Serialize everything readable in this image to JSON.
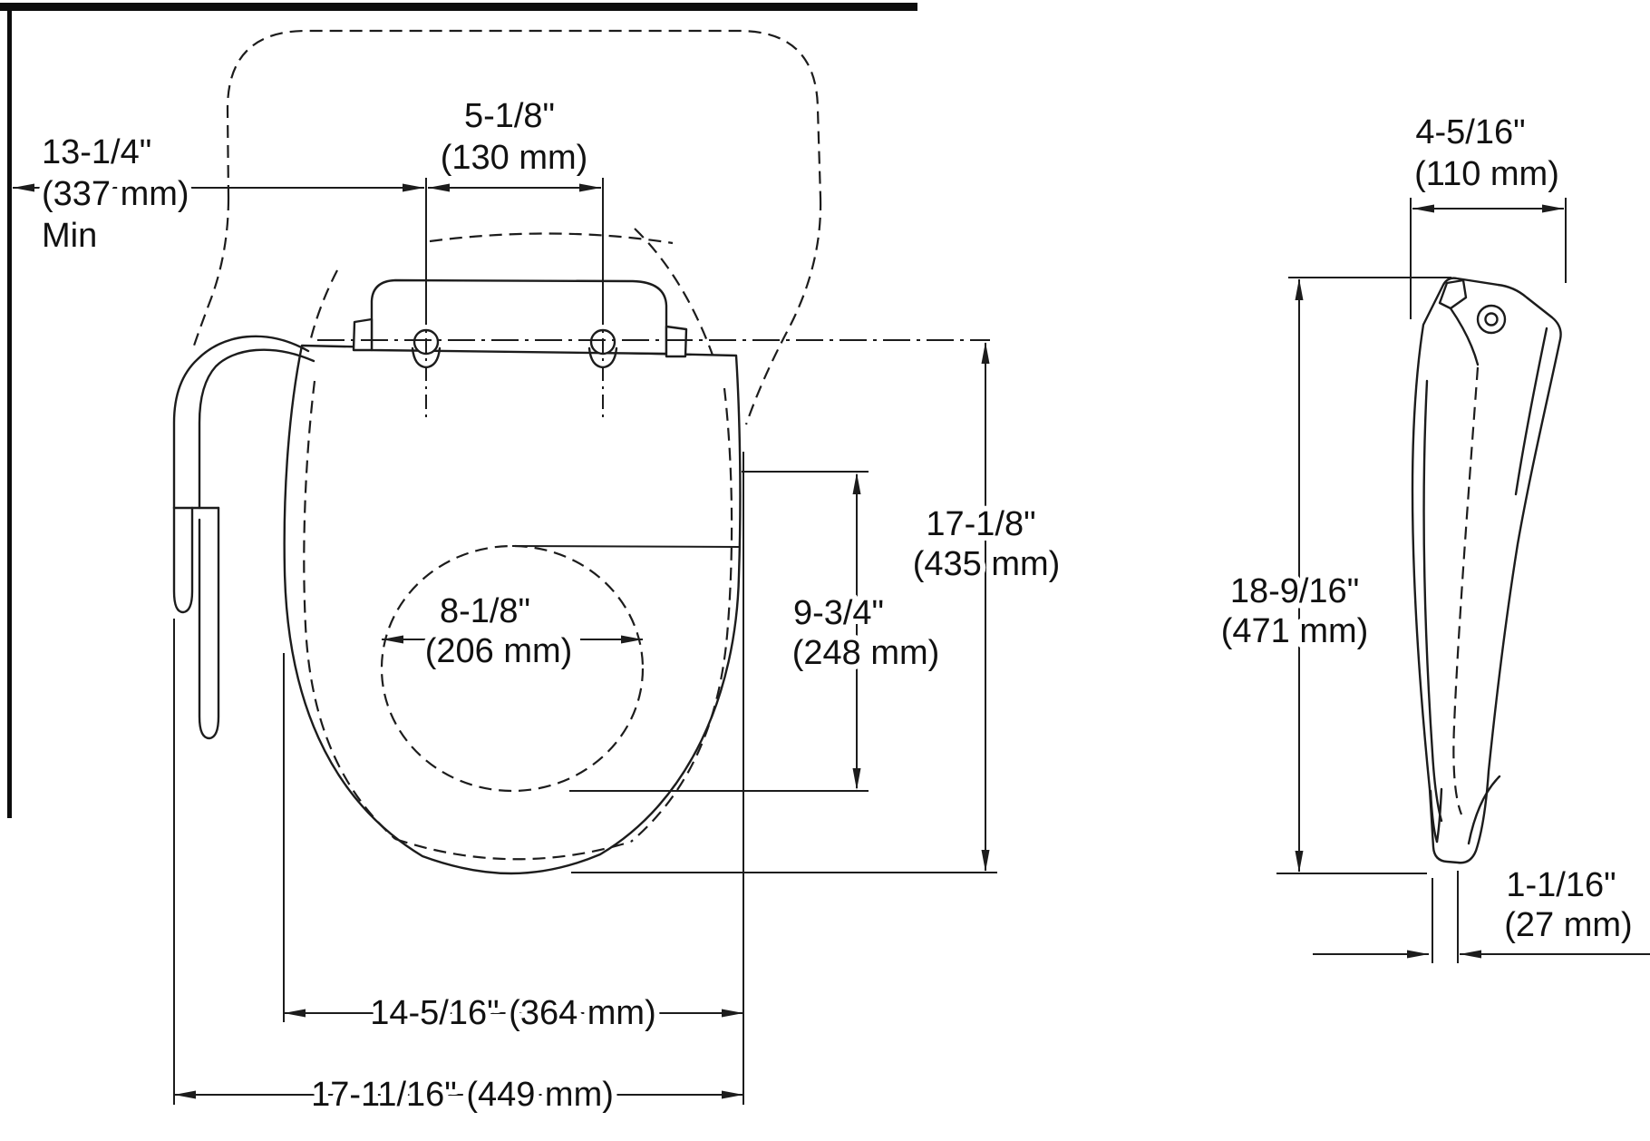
{
  "drawing": {
    "type": "technical-dimension-diagram",
    "background": "#ffffff",
    "line_color": "#1c1c1c",
    "views": [
      "seat top view with tank outline (dashed)",
      "seat side profile view"
    ],
    "labels": {
      "min_clearance_in": "13-1/4\"",
      "min_clearance_mm": "(337 mm)",
      "min_clearance_note": "Min",
      "hinge_spacing_in": "5-1/8\"",
      "hinge_spacing_mm": "(130 mm)",
      "opening_width_in": "8-1/8\"",
      "opening_width_mm": "(206 mm)",
      "opening_length_in": "9-3/4\"",
      "opening_length_mm": "(248 mm)",
      "lid_length_in": "17-1/8\"",
      "lid_length_mm": "(435 mm)",
      "seat_width": "14-5/16\" (364 mm)",
      "overall_width": "17-11/16\" (449 mm)",
      "side_depth_in": "4-5/16\"",
      "side_depth_mm": "(110 mm)",
      "side_height_in": "18-9/16\"",
      "side_height_mm": "(471 mm)",
      "foot_thickness_in": "1-1/16\"",
      "foot_thickness_mm": "(27 mm)"
    }
  }
}
